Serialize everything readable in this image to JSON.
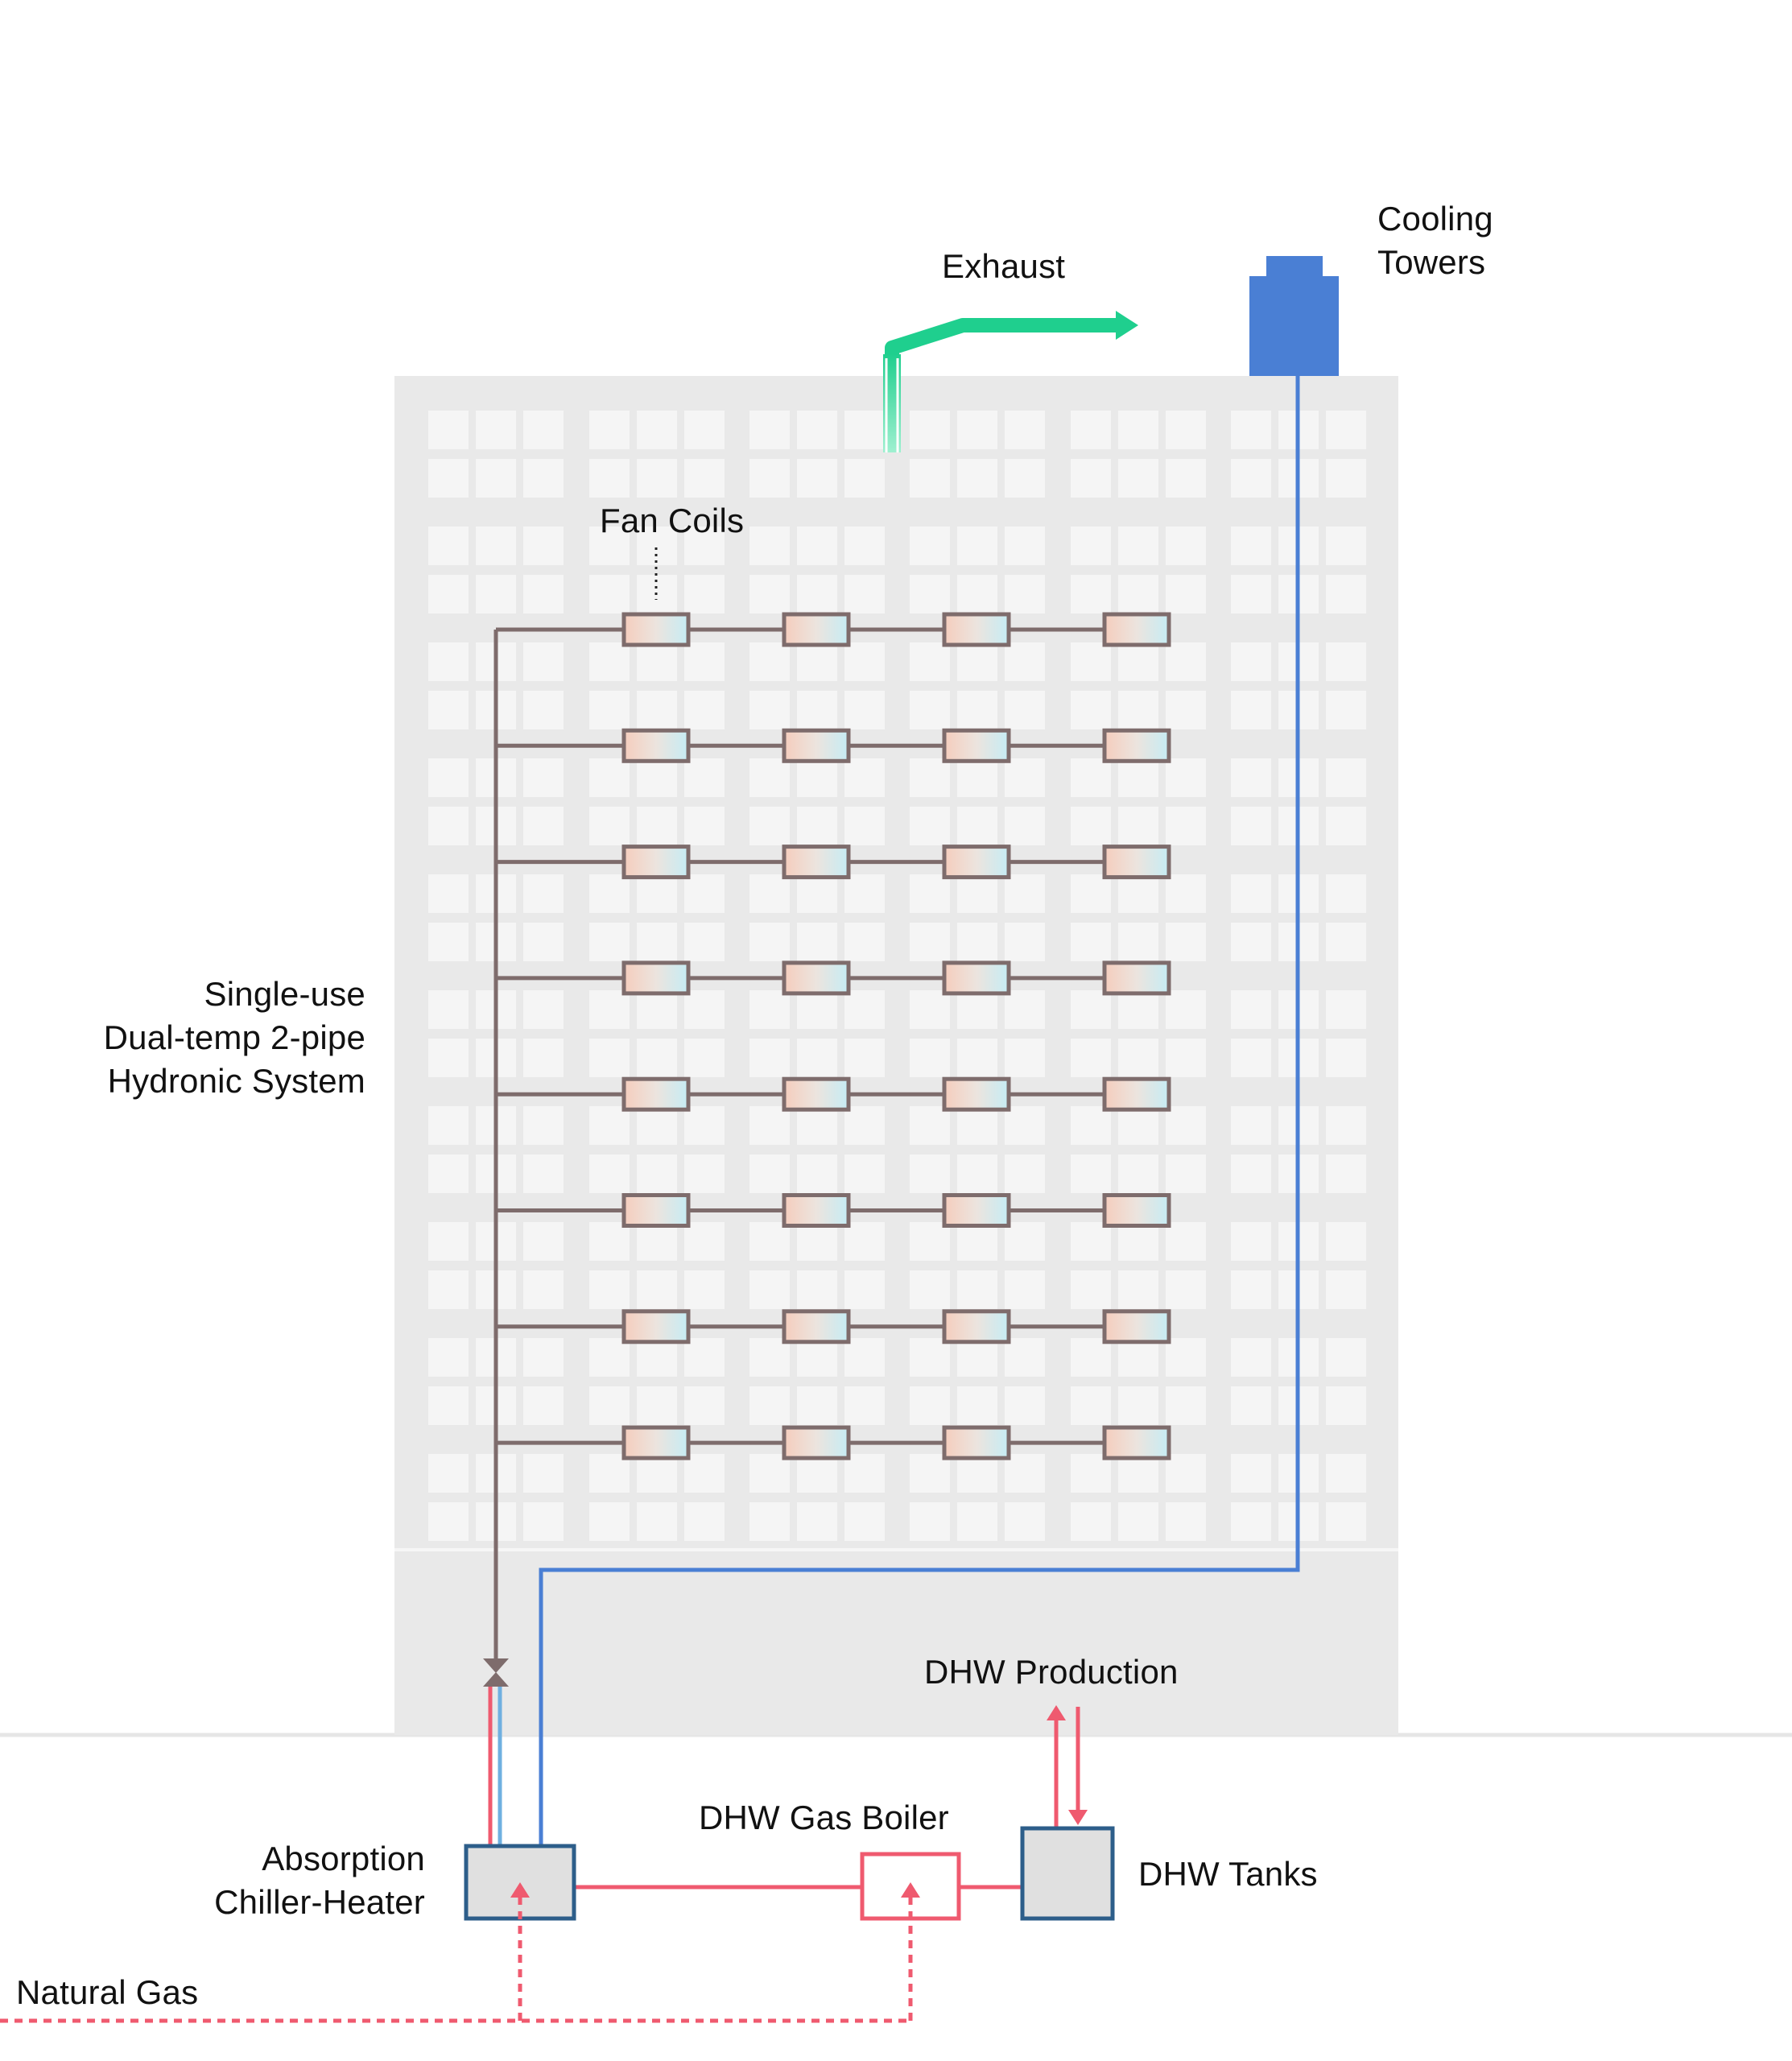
{
  "labels": {
    "cooling_towers": [
      "Cooling",
      "Towers"
    ],
    "exhaust": "Exhaust",
    "fan_coils": "Fan Coils",
    "hydronic_system": [
      "Single-use",
      "Dual-temp 2-pipe",
      "Hydronic System"
    ],
    "dhw_production": "DHW Production",
    "dhw_gas_boiler": "DHW Gas Boiler",
    "absorption_chiller": [
      "Absorption",
      "Chiller-Heater"
    ],
    "dhw_tanks": "DHW Tanks",
    "natural_gas": "Natural Gas"
  },
  "colors": {
    "building": "#e9e9e9",
    "window": "#f5f5f5",
    "pipe_loop": "#7e6c6c",
    "condenser": "#4a7fd4",
    "cooling_tower": "#4a7fd4",
    "hot_water": "#ef5a6f",
    "chilled_supply": "#6fb0e0",
    "exhaust": "#1fcf8e",
    "equipment_fill": "#e0e0e0",
    "equipment_stroke": "#2d5e8a"
  },
  "fan_coil_grid": {
    "floors": 8,
    "units_per_floor": 4
  }
}
